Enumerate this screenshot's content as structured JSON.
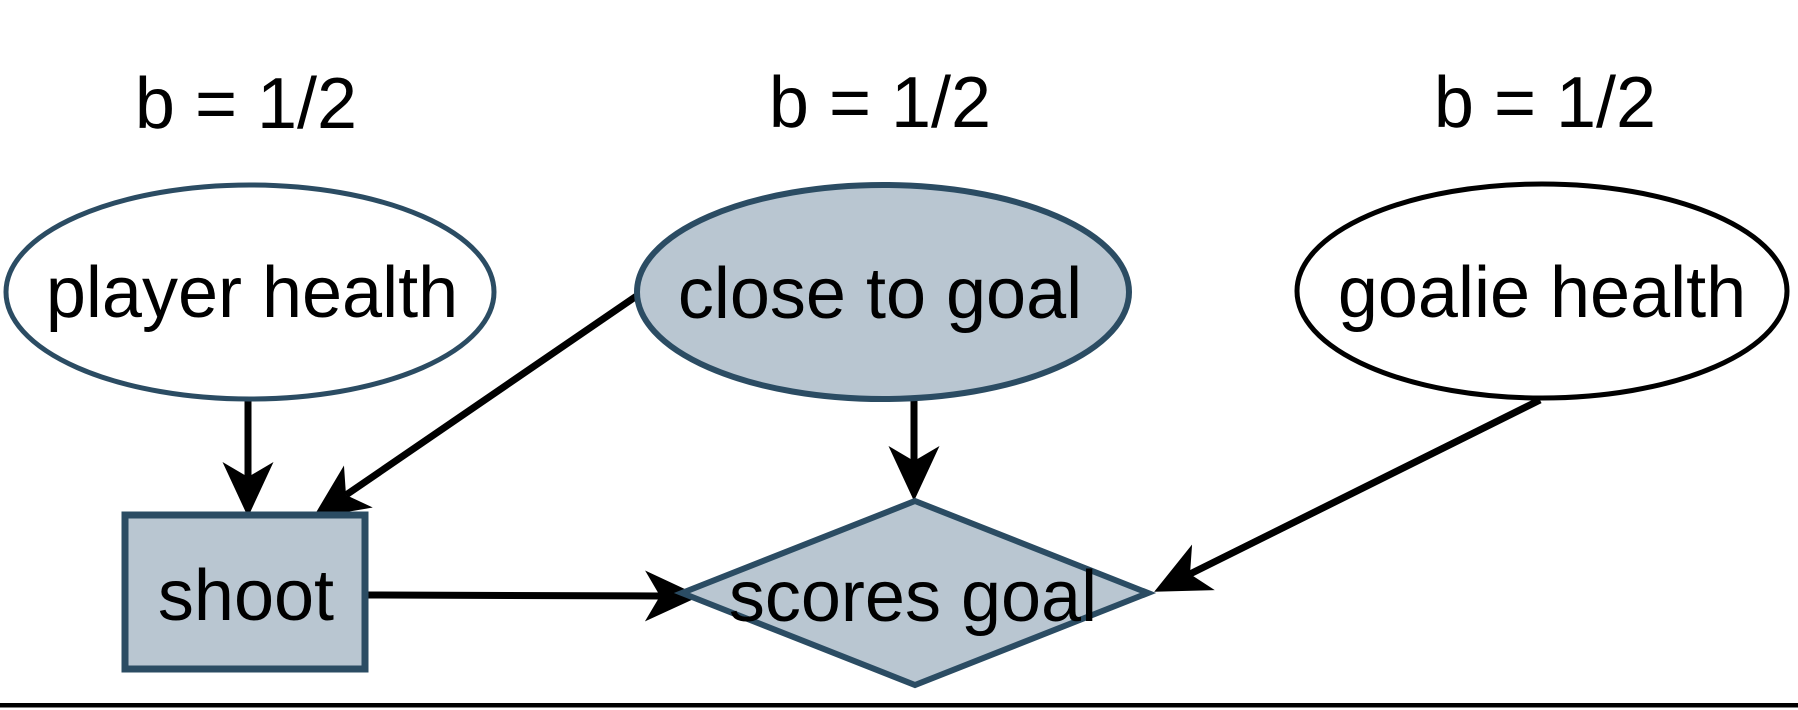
{
  "diagram": {
    "type": "causal-graph",
    "background": "#ffffff",
    "colors": {
      "highlight_fill": "#b9c6d1",
      "highlight_stroke": "#2b4c63",
      "plain_fill": "#ffffff",
      "plain_stroke": "#000000",
      "arrow_color": "#000000",
      "text_color": "#000000",
      "divider_color": "#000000"
    },
    "belief_labels": [
      {
        "text": "b = 1/2",
        "above_node": "player health"
      },
      {
        "text": "b = 1/2",
        "above_node": "close to goal"
      },
      {
        "text": "b = 1/2",
        "above_node": "goalie health"
      }
    ],
    "nodes": {
      "player_health": {
        "label": "player health",
        "shape": "ellipse",
        "highlighted": false
      },
      "close_to_goal": {
        "label": "close to goal",
        "shape": "ellipse",
        "highlighted": true
      },
      "goalie_health": {
        "label": "goalie health",
        "shape": "ellipse",
        "highlighted": false
      },
      "shoot": {
        "label": "shoot",
        "shape": "rectangle",
        "highlighted": true
      },
      "scores_goal": {
        "label": "scores goal",
        "shape": "diamond",
        "highlighted": true
      }
    },
    "edges": [
      {
        "from": "player health",
        "to": "shoot"
      },
      {
        "from": "close to goal",
        "to": "shoot"
      },
      {
        "from": "close to goal",
        "to": "scores goal"
      },
      {
        "from": "shoot",
        "to": "scores goal"
      },
      {
        "from": "goalie health",
        "to": "scores goal"
      }
    ]
  }
}
